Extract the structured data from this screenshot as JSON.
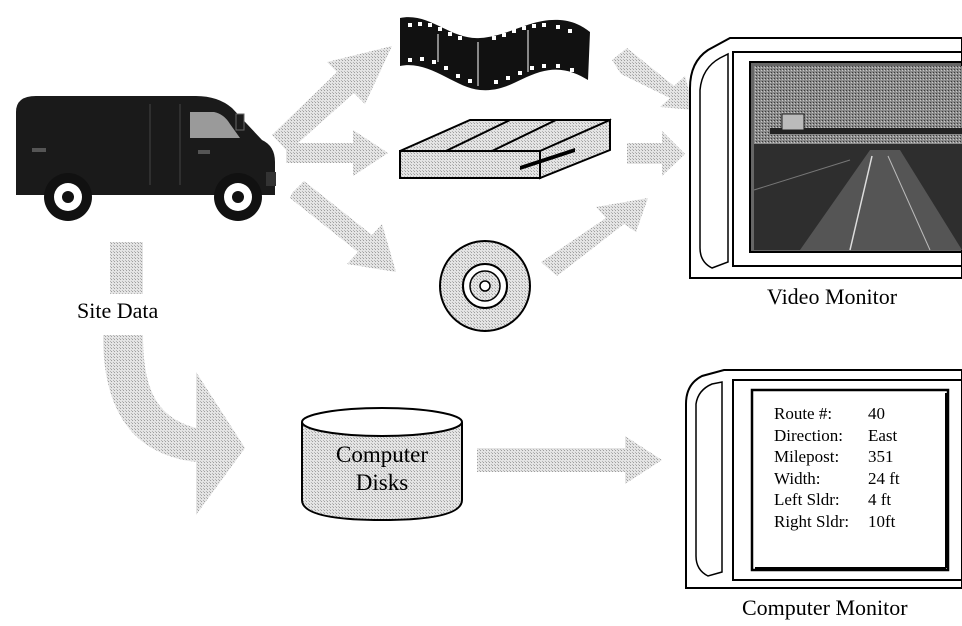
{
  "labels": {
    "site_data": "Site Data",
    "video_monitor": "Video Monitor",
    "computer_monitor": "Computer Monitor",
    "computer_disks_line1": "Computer",
    "computer_disks_line2": "Disks"
  },
  "screen_readout": [
    {
      "label": "Route #:",
      "value": "40"
    },
    {
      "label": "Direction:",
      "value": "East"
    },
    {
      "label": "Milepost:",
      "value": "351"
    },
    {
      "label": "Width:",
      "value": "24 ft"
    },
    {
      "label": "Left Sldr:",
      "value": "4 ft"
    },
    {
      "label": "Right Sldr:",
      "value": "10ft"
    }
  ],
  "colors": {
    "arrow_fill": "#cfcfcf",
    "van_body": "#1a1a1a",
    "outline": "#000000",
    "screen_sky": "#9a9a9a",
    "road": "#333333"
  },
  "icons": [
    "van-icon",
    "film-strip-icon",
    "video-tape-icon",
    "compact-disc-icon",
    "disk-cylinder-icon",
    "video-monitor-icon",
    "computer-monitor-icon"
  ]
}
